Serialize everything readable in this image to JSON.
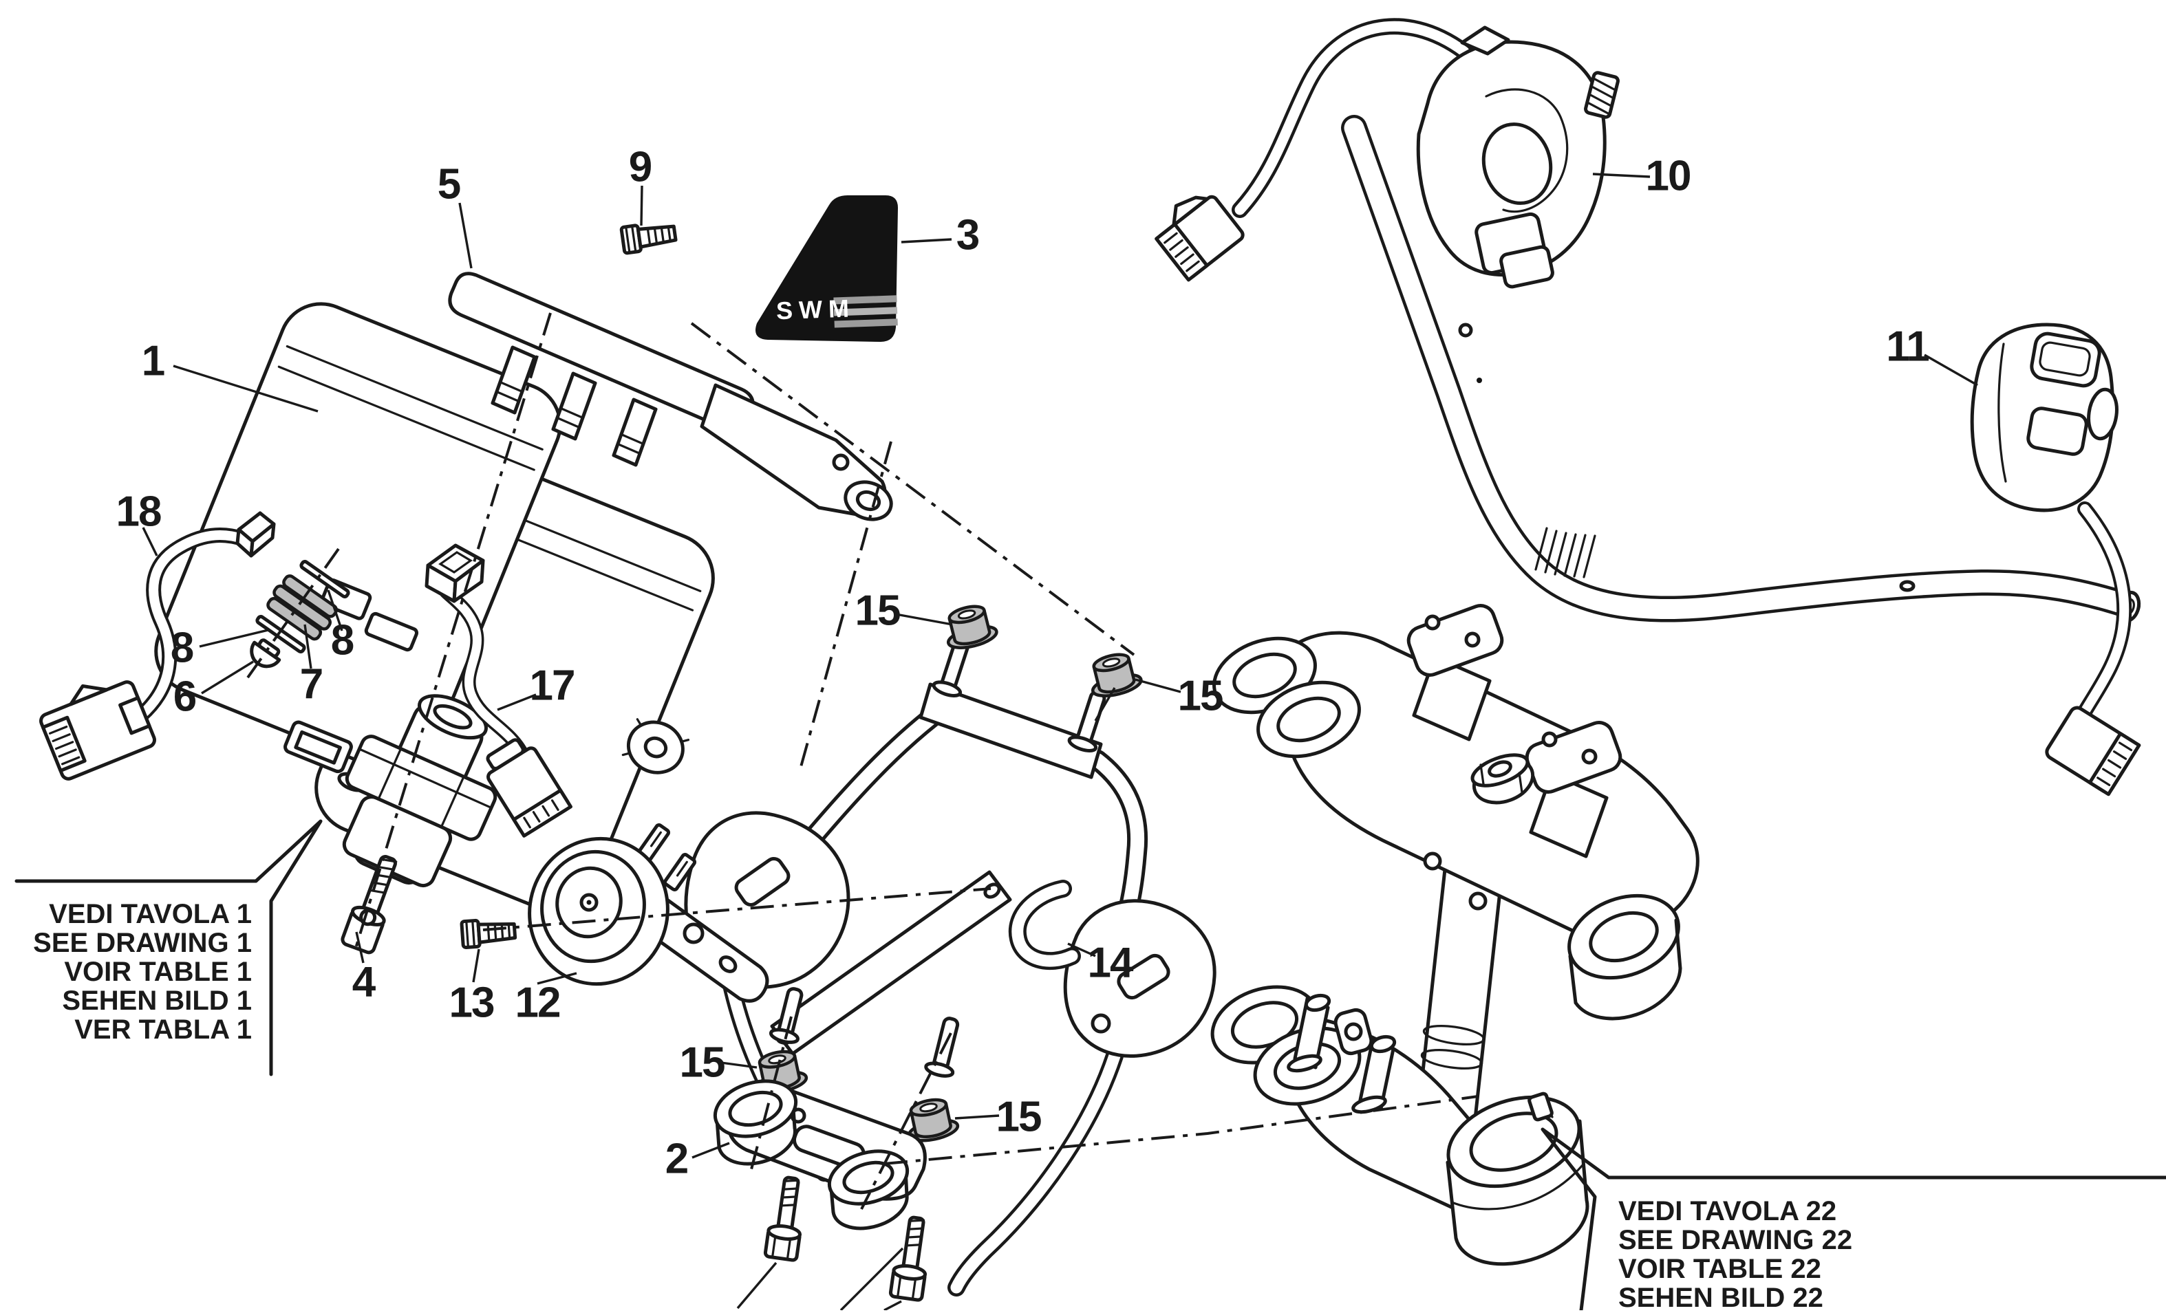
{
  "brand": "SWM",
  "colors": {
    "ink": "#1a1a1a",
    "paper": "#ffffff",
    "rubber_gray": "#bdbdbd",
    "label_black": "#131313"
  },
  "notes": {
    "table1": {
      "lines": [
        "VEDI TAVOLA 1",
        "SEE DRAWING 1",
        "VOIR TABLE 1",
        "SEHEN BILD 1",
        "VER TABLA 1"
      ]
    },
    "table22": {
      "lines": [
        "VEDI TAVOLA 22",
        "SEE DRAWING 22",
        "VOIR TABLE 22",
        "SEHEN BILD 22"
      ]
    }
  },
  "callouts": [
    {
      "num": "1"
    },
    {
      "num": "5"
    },
    {
      "num": "9"
    },
    {
      "num": "3"
    },
    {
      "num": "10"
    },
    {
      "num": "11"
    },
    {
      "num": "18"
    },
    {
      "num": "8"
    },
    {
      "num": "6"
    },
    {
      "num": "7"
    },
    {
      "num": "8"
    },
    {
      "num": "17"
    },
    {
      "num": "15"
    },
    {
      "num": "15"
    },
    {
      "num": "14"
    },
    {
      "num": "4"
    },
    {
      "num": "13"
    },
    {
      "num": "12"
    },
    {
      "num": "15"
    },
    {
      "num": "15"
    },
    {
      "num": "2"
    }
  ]
}
